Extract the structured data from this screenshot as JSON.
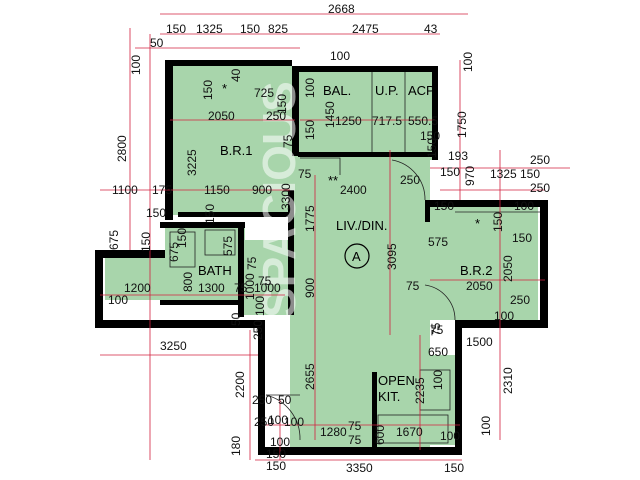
{
  "rooms": {
    "bal": "BAL.",
    "up": "U.P.",
    "acp": "ACP",
    "br1": "B.R.1",
    "br2": "B.R.2",
    "livdin": "LIV./DIN.",
    "bath": "BATH",
    "open": "OPEN",
    "kit": "KIT.",
    "flat_letter": "A",
    "star": "*",
    "dstar": "**"
  },
  "watermark": "SPACIOUS",
  "dimensions": {
    "top_overall": "2668",
    "top_150a": "150",
    "top_1325": "1325",
    "top_150b": "150",
    "top_825": "825",
    "top_2475": "2475",
    "top_43": "43",
    "top_50": "50",
    "top_100a": "100",
    "top_100b": "100",
    "top_100c": "100",
    "left_2800": "2800",
    "left_1100": "1100",
    "left_175": "175",
    "left_150": "150",
    "left_675": "675",
    "left_150b": "150",
    "left_1200": "1200",
    "left_100": "100",
    "left_3250": "3250",
    "left_2200": "2200",
    "left_250": "250",
    "left_180": "180",
    "left_150c": "150",
    "left_100b": "100",
    "br1_725": "725",
    "br1_150": "150",
    "br1_40": "40",
    "br1_2050": "2050",
    "br1_250": "250",
    "br1_3225": "3225",
    "br1_150b": "150",
    "br1_1150": "1150",
    "br1_900": "900",
    "br1_75": "75",
    "br1_150c": "150",
    "bal_100": "100",
    "bal_1450": "1450",
    "bal_150": "150",
    "bal_1250": "1250",
    "bal_7175": "717.5",
    "bal_5505": "550.5",
    "bal_150b": "150",
    "bal_3300": "3300",
    "bal_150c": "150",
    "bal_75": "75",
    "r_1750": "1750",
    "r_193": "193",
    "r_250": "250",
    "r_150": "150",
    "r_970": "970",
    "r_1325": "1325",
    "r_150b": "150",
    "r_250b": "250",
    "r_100": "100",
    "liv_2400": "2400",
    "liv_1775": "1775",
    "liv_3095": "3095",
    "liv_250": "250",
    "liv_75": "75",
    "liv_900": "900",
    "liv_1000": "1000",
    "liv_2655": "2655",
    "liv_75b": "75",
    "br2_575": "575",
    "br2_150": "150",
    "br2_150b": "150",
    "br2_150c": "150",
    "br2_2050": "2050",
    "br2_2050b": "2050",
    "br2_75": "75",
    "br2_250": "250",
    "br2_100": "100",
    "br2_1500": "1500",
    "bath_150": "150",
    "bath_675": "675",
    "bath_575": "575",
    "bath_75": "75",
    "bath_800": "800",
    "bath_1300": "1300",
    "bath_75b": "75",
    "bath_1000": "1000",
    "bath_50": "50",
    "bath_250": "250",
    "bath_100": "100",
    "kit_75": "75",
    "kit_650": "650",
    "kit_2310": "2310",
    "kit_2235": "2235",
    "kit_100": "100",
    "kit_600": "600",
    "kit_1670": "1670",
    "kit_100b": "100",
    "kit_75b": "75",
    "kit_100c": "100",
    "bot_250": "250",
    "bot_50": "50",
    "bot_100": "100",
    "bot_100b": "100",
    "bot_1280": "1280",
    "bot_75": "75",
    "bot_3350": "3350",
    "bot_150": "150",
    "bot_150b": "150"
  }
}
